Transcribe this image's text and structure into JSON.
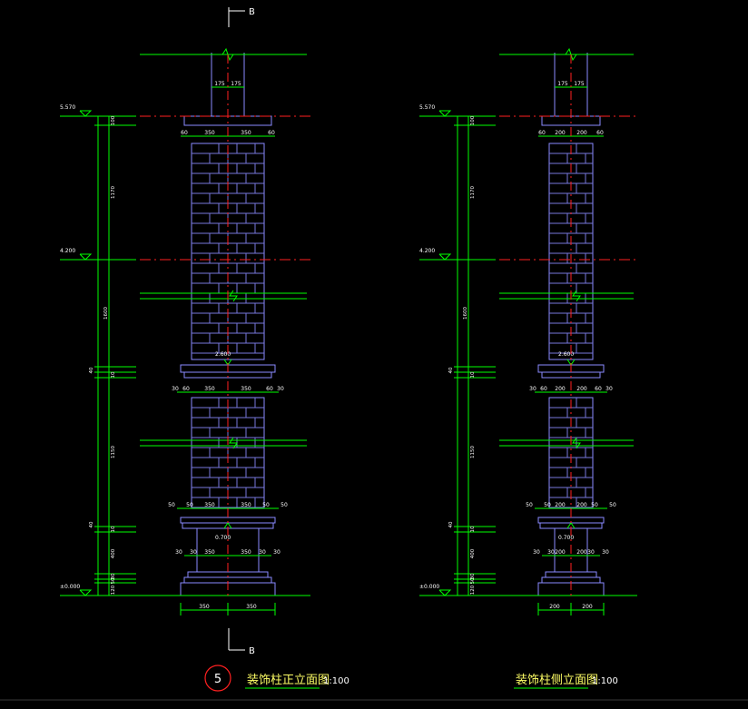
{
  "section_marker": "B",
  "front_elevation": {
    "title": "装饰柱正立面图",
    "scale": "1:100",
    "callout_number": "5",
    "levels": {
      "top": "5.570",
      "upper": "4.200",
      "mid": "2.600",
      "lower": "0.700",
      "ground": "±0.000"
    },
    "vertical_dims": [
      "100",
      "1170",
      "1600",
      "40",
      "10",
      "1150",
      "10",
      "40",
      "400",
      "30",
      "50",
      "120"
    ],
    "top_widths": [
      "175",
      "175"
    ],
    "cap_widths": [
      "60",
      "350",
      "350",
      "60"
    ],
    "band_widths": [
      "30",
      "60",
      "350",
      "350",
      "60",
      "30"
    ],
    "base_widths": [
      "50",
      "50",
      "350",
      "350",
      "50",
      "50"
    ],
    "plinth_widths": [
      "30",
      "30",
      "350",
      "350",
      "30",
      "30"
    ],
    "bottom_widths": [
      "350",
      "350"
    ]
  },
  "side_elevation": {
    "title": "装饰柱侧立面图",
    "scale": "1:100",
    "levels": {
      "top": "5.570",
      "upper": "4.200",
      "mid": "2.600",
      "lower": "0.700",
      "ground": "±0.000"
    },
    "vertical_dims": [
      "100",
      "1170",
      "1600",
      "40",
      "10",
      "1150",
      "10",
      "40",
      "400",
      "30",
      "50",
      "120"
    ],
    "top_widths": [
      "175",
      "175"
    ],
    "cap_widths": [
      "60",
      "200",
      "200",
      "60"
    ],
    "band_widths": [
      "30",
      "60",
      "200",
      "200",
      "60",
      "30"
    ],
    "base_widths": [
      "50",
      "50",
      "200",
      "200",
      "50",
      "50"
    ],
    "plinth_widths": [
      "30",
      "30",
      "200",
      "200",
      "30",
      "30"
    ],
    "bottom_widths": [
      "200",
      "200"
    ]
  },
  "colors": {
    "background": "#000000",
    "dimension": "#00ff00",
    "outline": "#8a8aff",
    "brick": "#7777dd",
    "centerline": "#ff2020",
    "text": "#ffffff",
    "title": "#ffff66",
    "underline": "#00ff00",
    "callout": "#ff2020"
  }
}
